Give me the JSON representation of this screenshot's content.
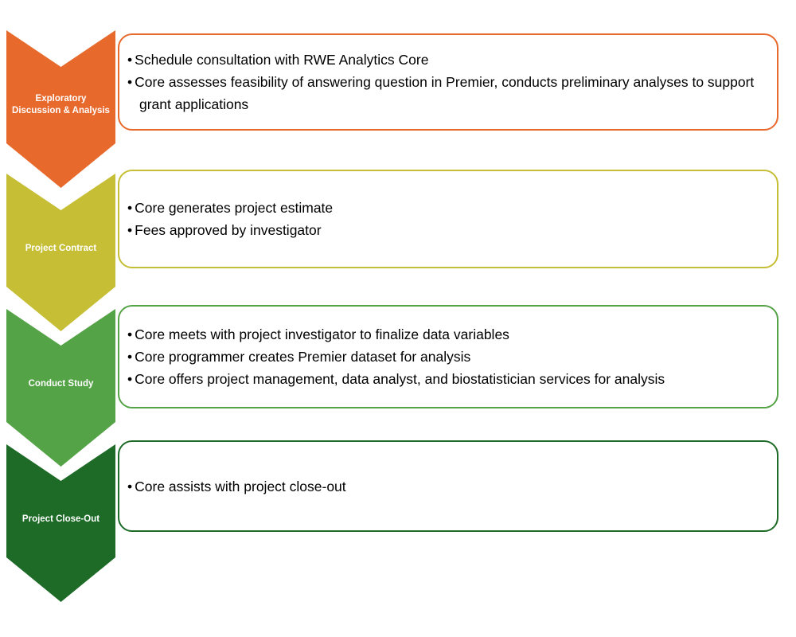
{
  "diagram": {
    "stages": [
      {
        "label": "Exploratory Discussion & Analysis",
        "color": "#E8692C",
        "bullets": [
          "Schedule consultation with RWE Analytics Core",
          "Core assesses feasibility of answering question in Premier, conducts preliminary analyses to support grant applications"
        ]
      },
      {
        "label": "Project Contract",
        "color": "#C6BE35",
        "bullets": [
          "Core generates project estimate",
          "Fees approved by investigator"
        ]
      },
      {
        "label": "Conduct Study",
        "color": "#55A347",
        "bullets": [
          "Core meets with project investigator to finalize data variables",
          "Core programmer creates Premier dataset for analysis",
          "Core offers project management, data analyst, and biostatistician services for analysis"
        ]
      },
      {
        "label": "Project Close-Out",
        "color": "#1D6B27",
        "bullets": [
          "Core assists with project close-out"
        ]
      }
    ]
  }
}
